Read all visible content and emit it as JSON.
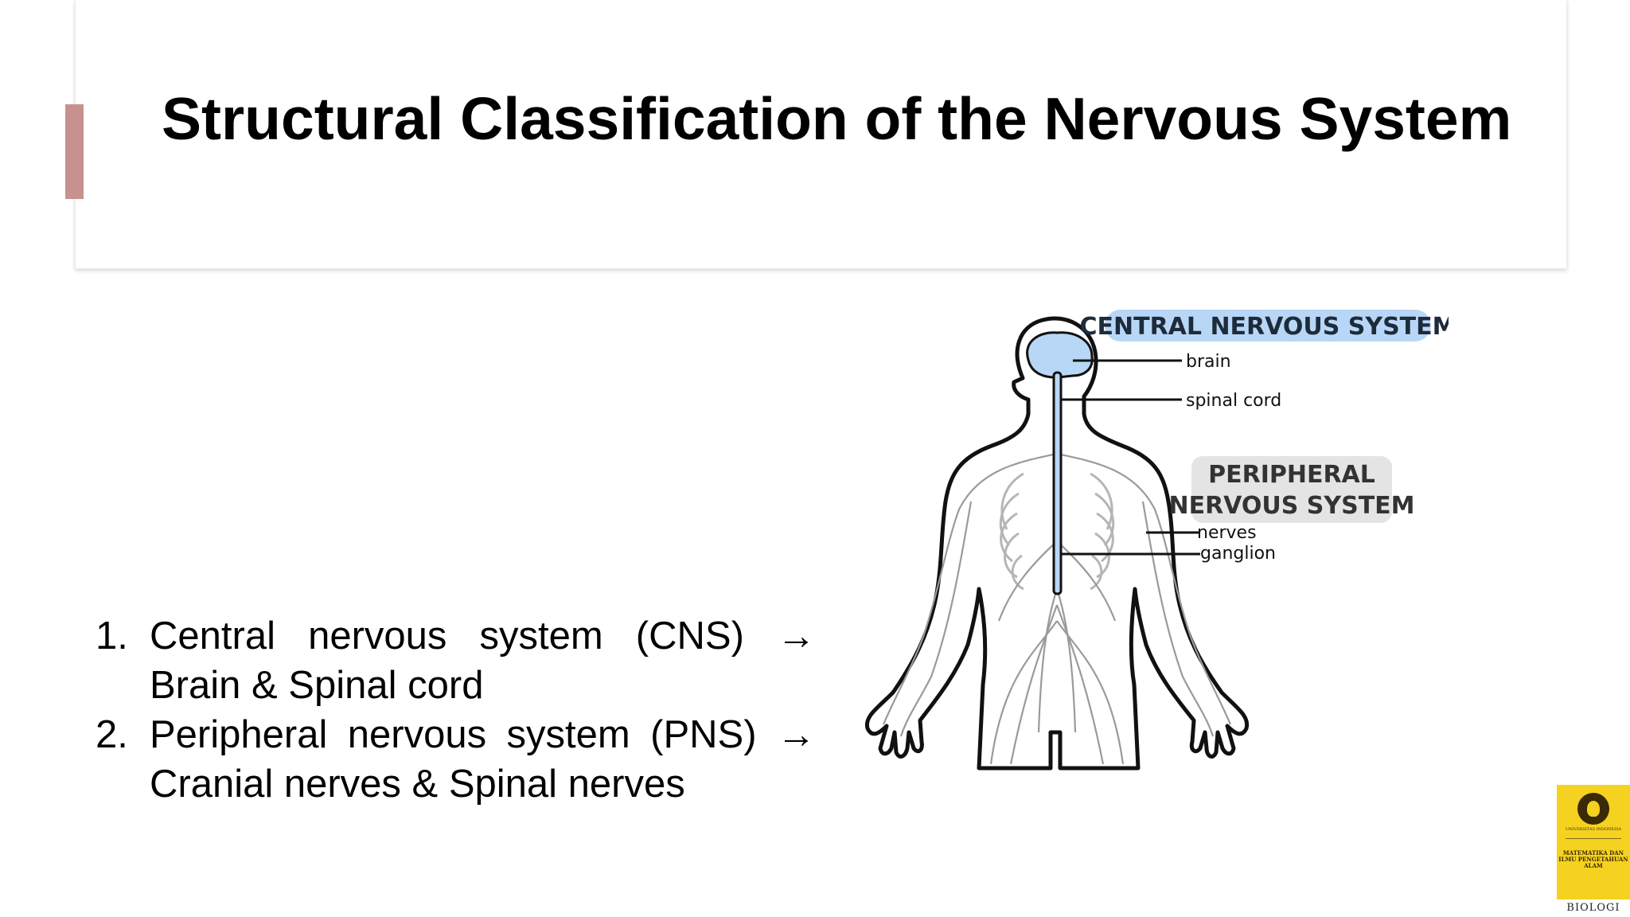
{
  "slide": {
    "title": "Structural Classification of the Nervous System",
    "list": [
      {
        "number": "1.",
        "text": "Central nervous system (CNS) → Brain & Spinal cord"
      },
      {
        "number": "2.",
        "text": "Peripheral nervous system (PNS) → Cranial nerves & Spinal nerves"
      }
    ]
  },
  "figure": {
    "cns_label": "CENTRAL NERVOUS SYSTEM",
    "brain_label": "brain",
    "spinal_cord_label": "spinal cord",
    "pns_label_line1": "PERIPHERAL",
    "pns_label_line2": "NERVOUS SYSTEM",
    "nerves_label": "nerves",
    "ganglion_label": "ganglion"
  },
  "logo": {
    "university": "UNIVERSITAS INDONESIA",
    "faculty": "MATEMATIKA DAN ILMU PENGETAHUAN ALAM",
    "department": "BIOLOGI"
  },
  "colors": {
    "accent_bar": "#c9918e",
    "cns_highlight": "#b8d7f7",
    "pns_highlight": "#e4e4e4",
    "logo_yellow": "#f4d21f"
  }
}
